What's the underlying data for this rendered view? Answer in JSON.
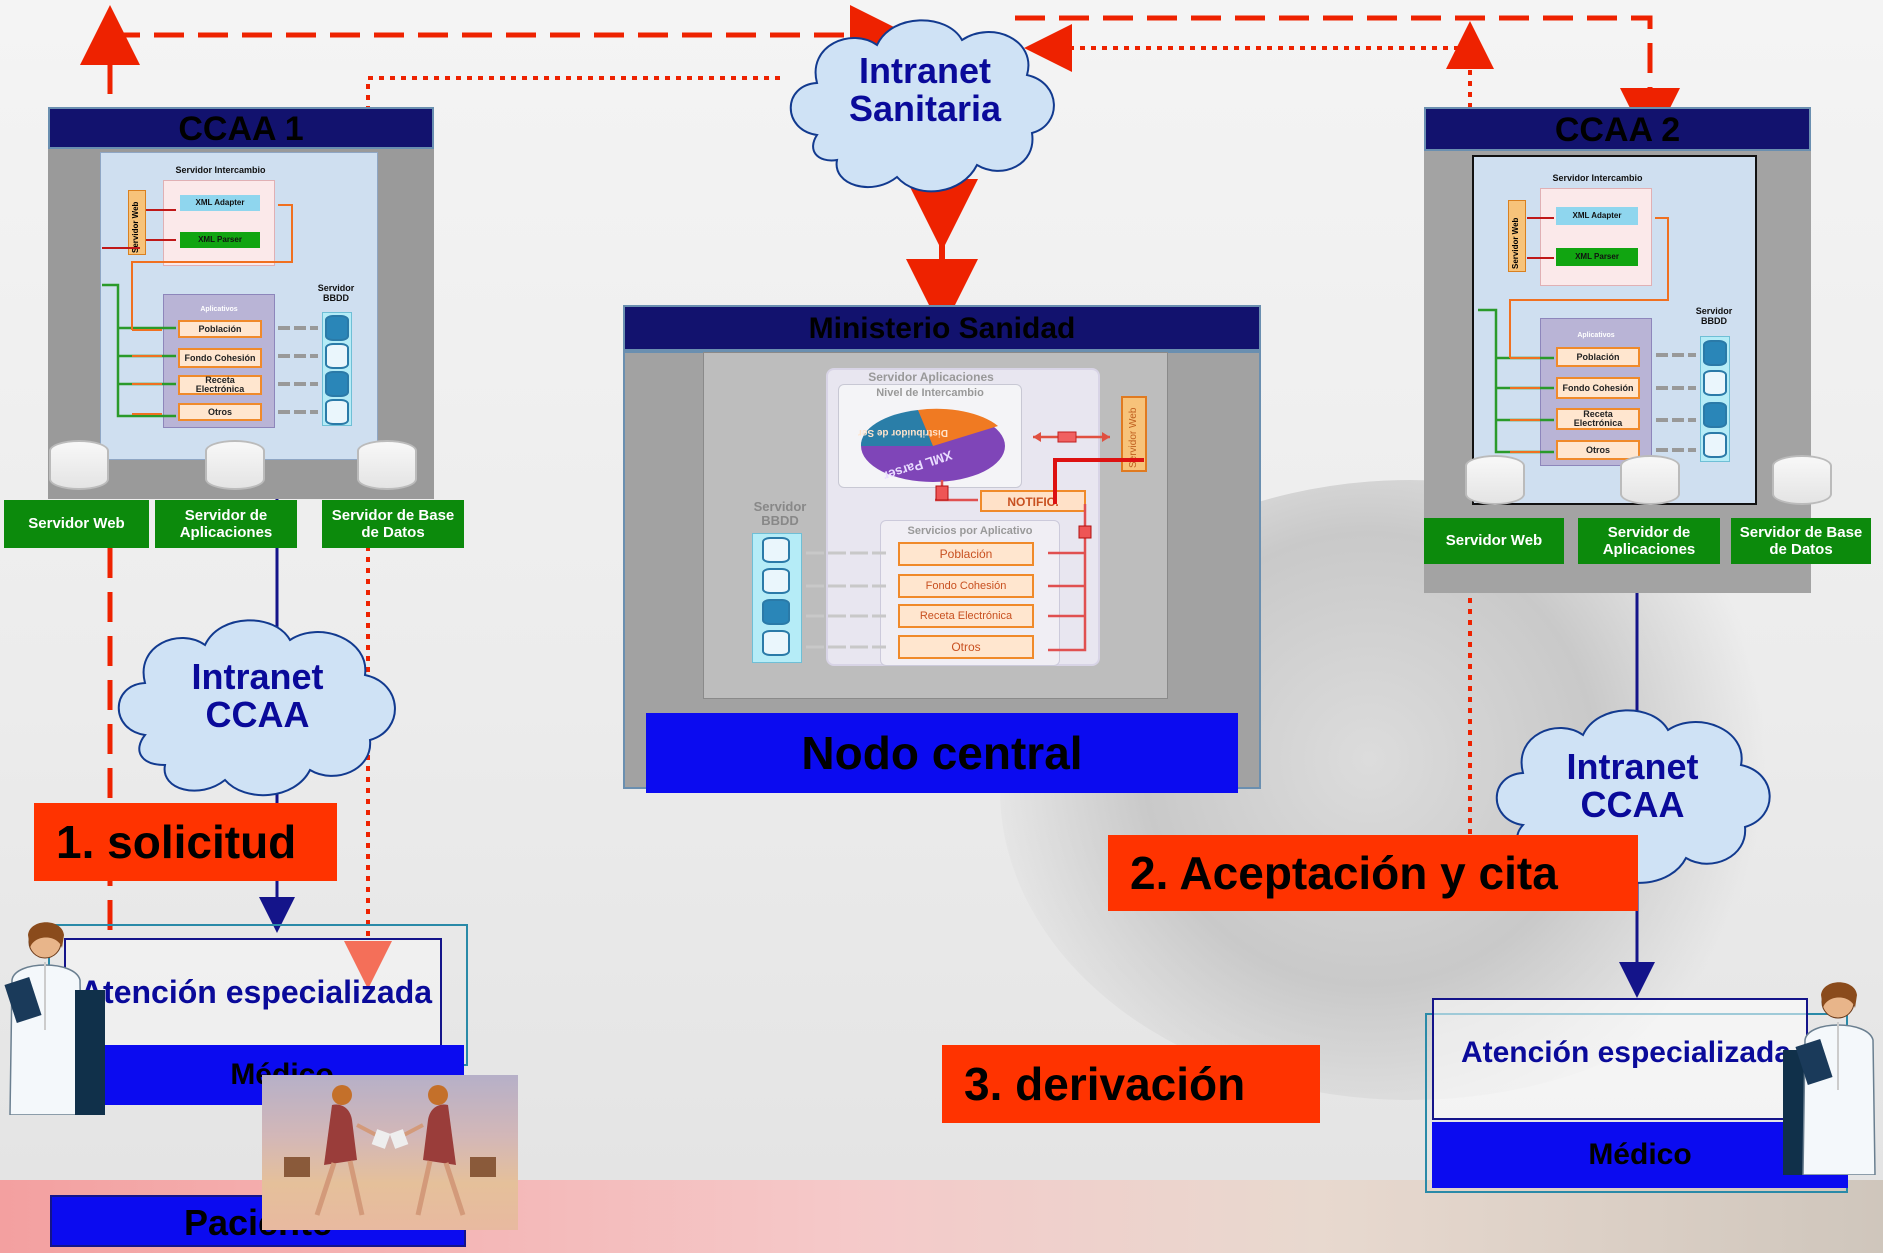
{
  "clouds": {
    "sanitaria": {
      "line1": "Intranet",
      "line2": "Sanitaria"
    },
    "ccaa_left": {
      "line1": "Intranet",
      "line2": "CCAA"
    },
    "ccaa_right": {
      "line1": "Intranet",
      "line2": "CCAA"
    }
  },
  "ccaa1": {
    "title": "CCAA 1",
    "servidor_intercambio": "Servidor Intercambio",
    "servidor_web_vertical": "Servidor Web",
    "xml_adapter": "XML Adapter",
    "xml_parser": "XML Parser",
    "aplicativos": "Aplicativos",
    "servidor_bbdd": "Servidor BBDD",
    "apps": [
      "Población",
      "Fondo Cohesión",
      "Receta Electrónica",
      "Otros"
    ],
    "green_boxes": [
      "Servidor Web",
      "Servidor de Aplicaciones",
      "Servidor de Base de Datos"
    ]
  },
  "ccaa2": {
    "title": "CCAA 2",
    "servidor_intercambio": "Servidor Intercambio",
    "servidor_web_vertical": "Servidor Web",
    "xml_adapter": "XML Adapter",
    "xml_parser": "XML Parser",
    "aplicativos": "Aplicativos",
    "servidor_bbdd": "Servidor BBDD",
    "apps": [
      "Población",
      "Fondo Cohesión",
      "Receta Electrónica",
      "Otros"
    ],
    "green_boxes": [
      "Servidor Web",
      "Servidor de Aplicaciones",
      "Servidor de Base de Datos"
    ]
  },
  "ministerio": {
    "title": "Ministerio Sanidad",
    "servidor_aplicaciones": "Servidor Aplicaciones",
    "nivel_intercambio": "Nivel de Intercambio",
    "pie_labels": [
      "XML Parser",
      "Distribuidor de Servicios"
    ],
    "servidor_web_vertical": "Servidor Web",
    "notific": "NOTIFIC.",
    "servidor_bbdd": "Servidor BBDD",
    "servicios_por_aplicativo": "Servicios por Aplicativo",
    "apps": [
      "Población",
      "Fondo Cohesión",
      "Receta Electrónica",
      "Otros"
    ],
    "nodo_central": "Nodo central"
  },
  "left_bottom": {
    "atencion": "Atención especializada",
    "medico": "Médico",
    "paciente": "Paciente"
  },
  "right_bottom": {
    "atencion": "Atención especializada",
    "medico": "Médico"
  },
  "steps": [
    "1. solicitud",
    "2. Aceptación y cita",
    "3. derivación"
  ],
  "colors": {
    "navy": "#12126e",
    "blue": "#0b0bf0",
    "green": "#0c8a0c",
    "orange_red": "#ff3300",
    "arrow_red": "#ee2200",
    "cloud_fill": "#cfe2f5"
  }
}
